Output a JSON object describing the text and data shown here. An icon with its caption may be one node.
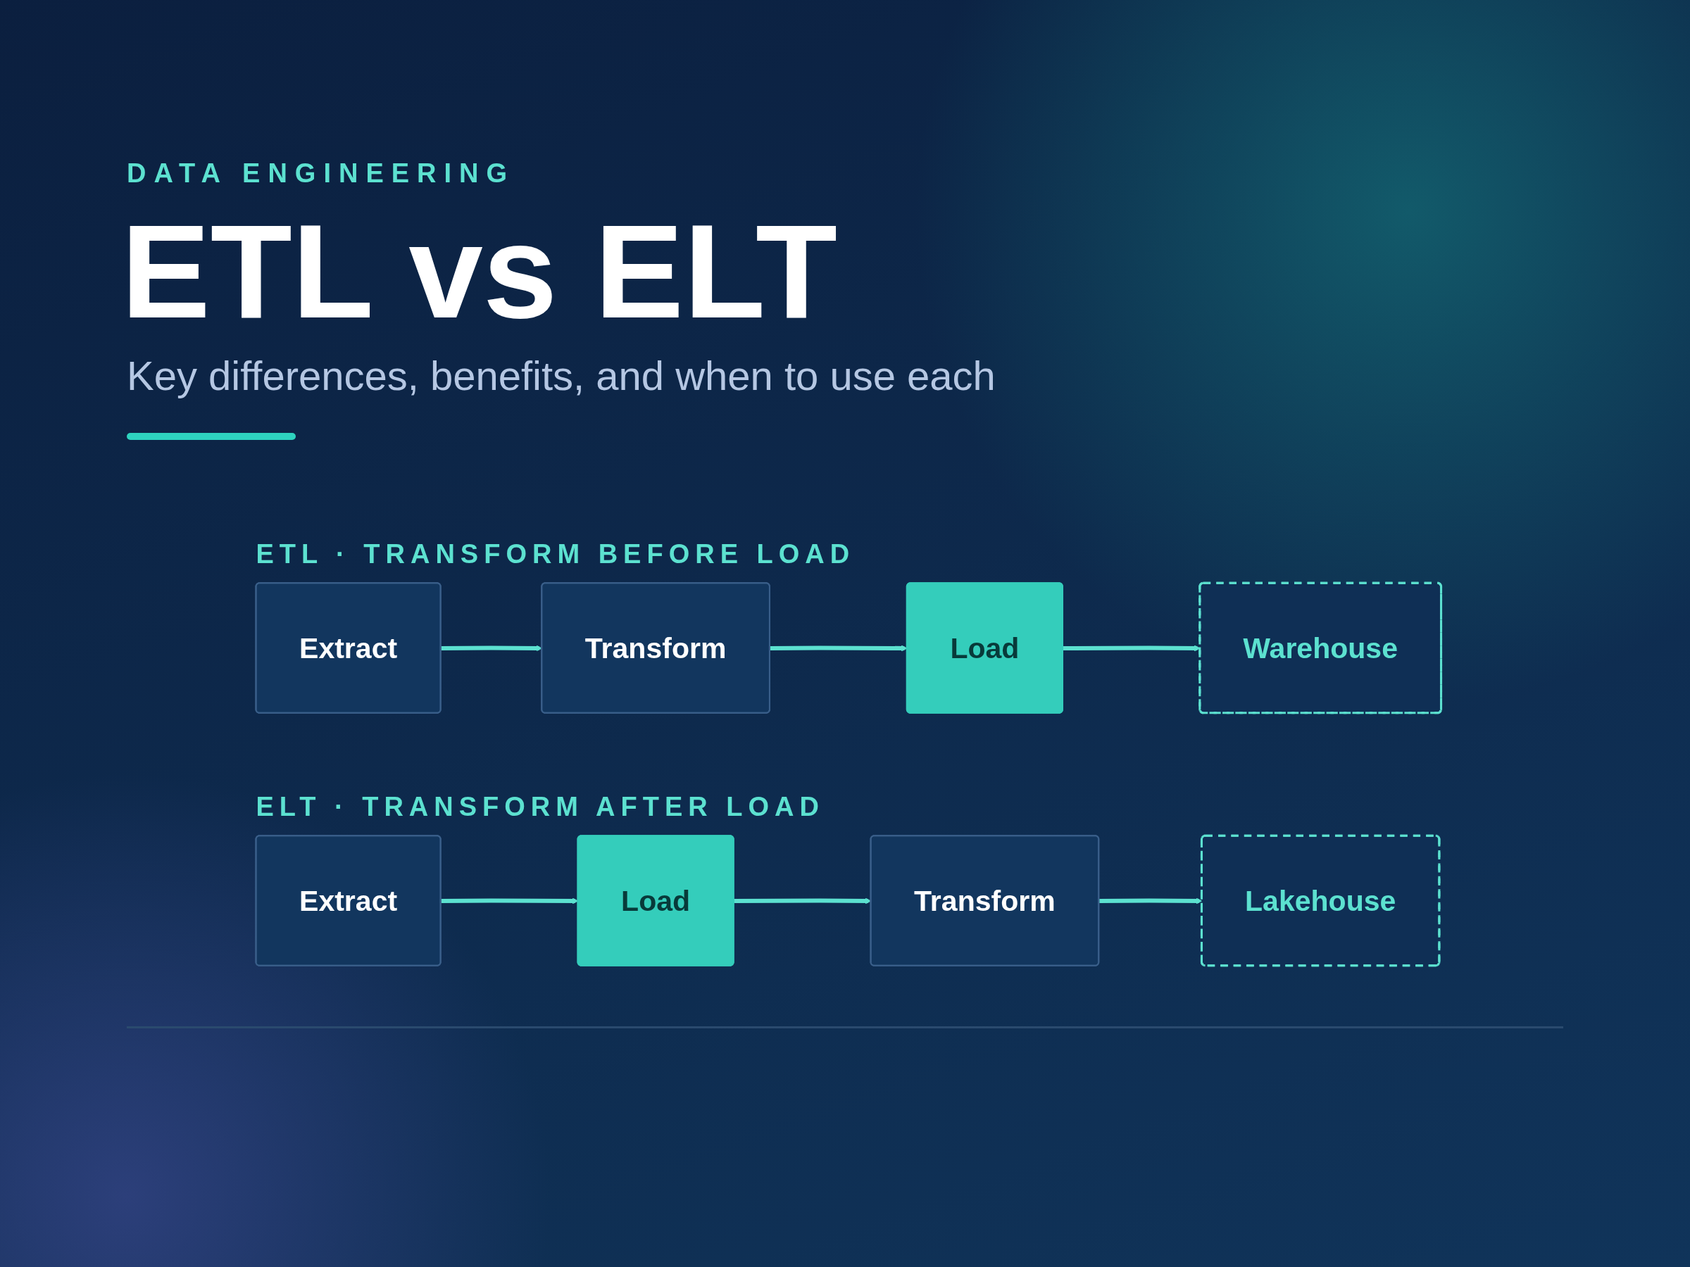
{
  "diagram": {
    "title": "ETL vs ELT",
    "nodes": [
      {
        "text": [
          "Extract"
        ]
      },
      {
        "text": [
          "Transform"
        ]
      },
      {
        "text": [
          "Load"
        ]
      },
      {
        "text": [
          "Warehouse"
        ]
      },
      {
        "text": [
          "Extract"
        ]
      },
      {
        "text": [
          "Load"
        ]
      },
      {
        "text": [
          "Transform"
        ]
      },
      {
        "text": [
          "Lakehouse"
        ]
      }
    ],
    "edges": [
      {
        "from": 0,
        "to": 1,
        "arrow": "to"
      },
      {
        "from": 1,
        "to": 2,
        "arrow": "to"
      },
      {
        "from": 2,
        "to": 3,
        "arrow": "to"
      },
      {
        "from": 4,
        "to": 5,
        "arrow": "to"
      },
      {
        "from": 5,
        "to": 6,
        "arrow": "to"
      },
      {
        "from": 6,
        "to": 7,
        "arrow": "to"
      }
    ],
    "labels": [
      "DATA ENGINEERING",
      "Key differences, benefits, and when to use each",
      "ETL · TRANSFORM BEFORE LOAD",
      "ELT · TRANSFORM AFTER LOAD"
    ]
  }
}
